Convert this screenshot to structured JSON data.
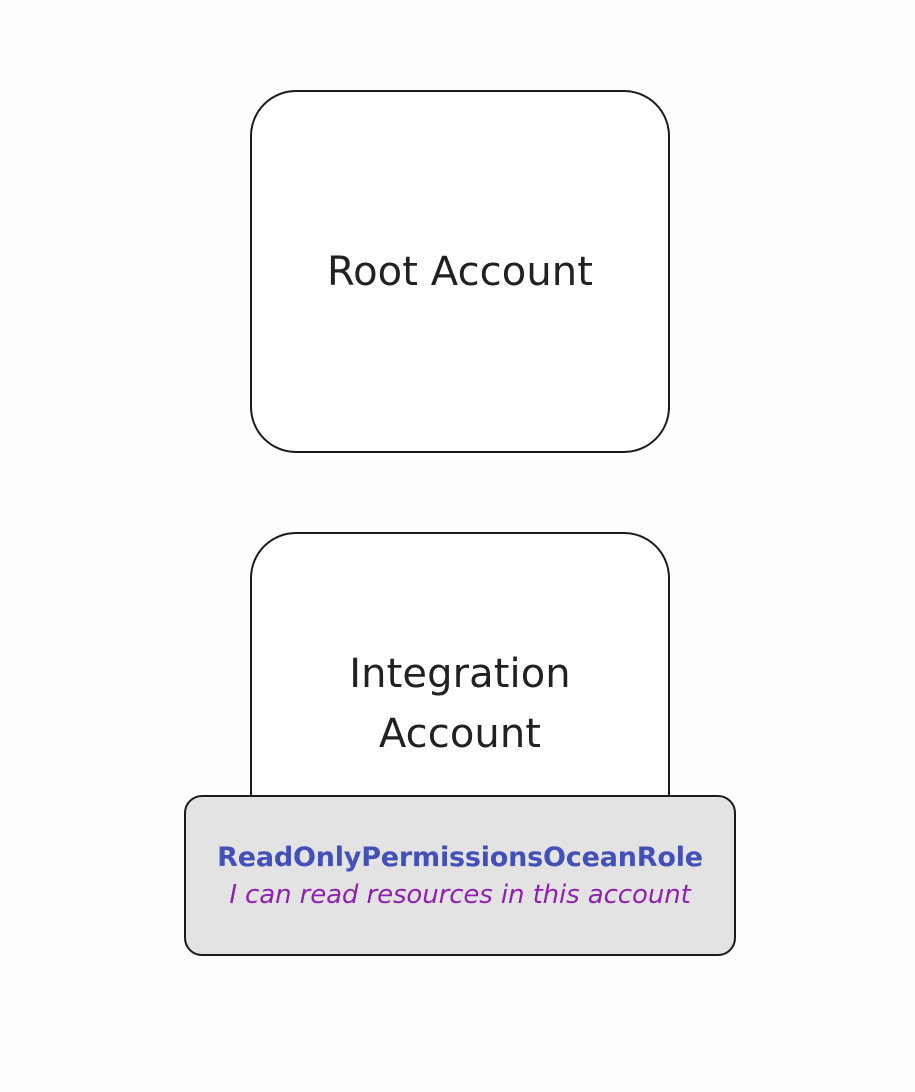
{
  "diagram": {
    "background_color": "#fefefe",
    "nodes": [
      {
        "id": "root-account",
        "label": "Root Account",
        "shape": "rounded-rectangle",
        "fill": "#ffffff",
        "stroke": "#1a1a1a",
        "text_color": "#212121"
      },
      {
        "id": "integration-account",
        "label": "Integration\nAccount",
        "shape": "rounded-rectangle",
        "fill": "#ffffff",
        "stroke": "#1a1a1a",
        "text_color": "#212121"
      }
    ],
    "role": {
      "id": "readonly-permissions-ocean-role",
      "name": "ReadOnlyPermissionsOceanRole",
      "description": "I can read resources in this account",
      "fill": "#e3e3e3",
      "stroke": "#1a1a1a",
      "name_color": "#4350b8",
      "description_color": "#9021b0"
    }
  }
}
